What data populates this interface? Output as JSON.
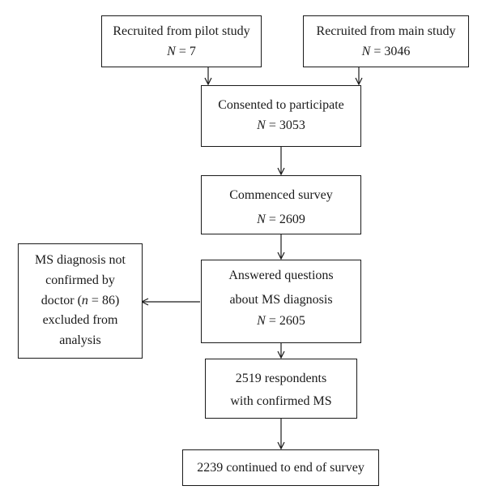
{
  "boxes": {
    "pilot": {
      "text": "Recruited from pilot study",
      "n_label": "N",
      "n_value": "7"
    },
    "main": {
      "text": "Recruited from main study",
      "n_label": "N",
      "n_value": "3046"
    },
    "consented": {
      "text": "Consented to participate",
      "n_label": "N",
      "n_value": "3053"
    },
    "commenced": {
      "text": "Commenced survey",
      "n_label": "N",
      "n_value": "2609"
    },
    "answered": {
      "line1": "Answered questions",
      "line2": "about MS diagnosis",
      "n_label": "N",
      "n_value": "2605"
    },
    "excluded": {
      "line1": "MS diagnosis not",
      "line2": "confirmed by",
      "line3_pre": "doctor (",
      "n_label": "n",
      "n_value": "86)",
      "line4": "excluded from",
      "line5": "analysis"
    },
    "confirmed": {
      "line1": "2519 respondents",
      "line2": "with confirmed MS"
    },
    "end": {
      "text": "2239 continued to end of survey"
    }
  }
}
